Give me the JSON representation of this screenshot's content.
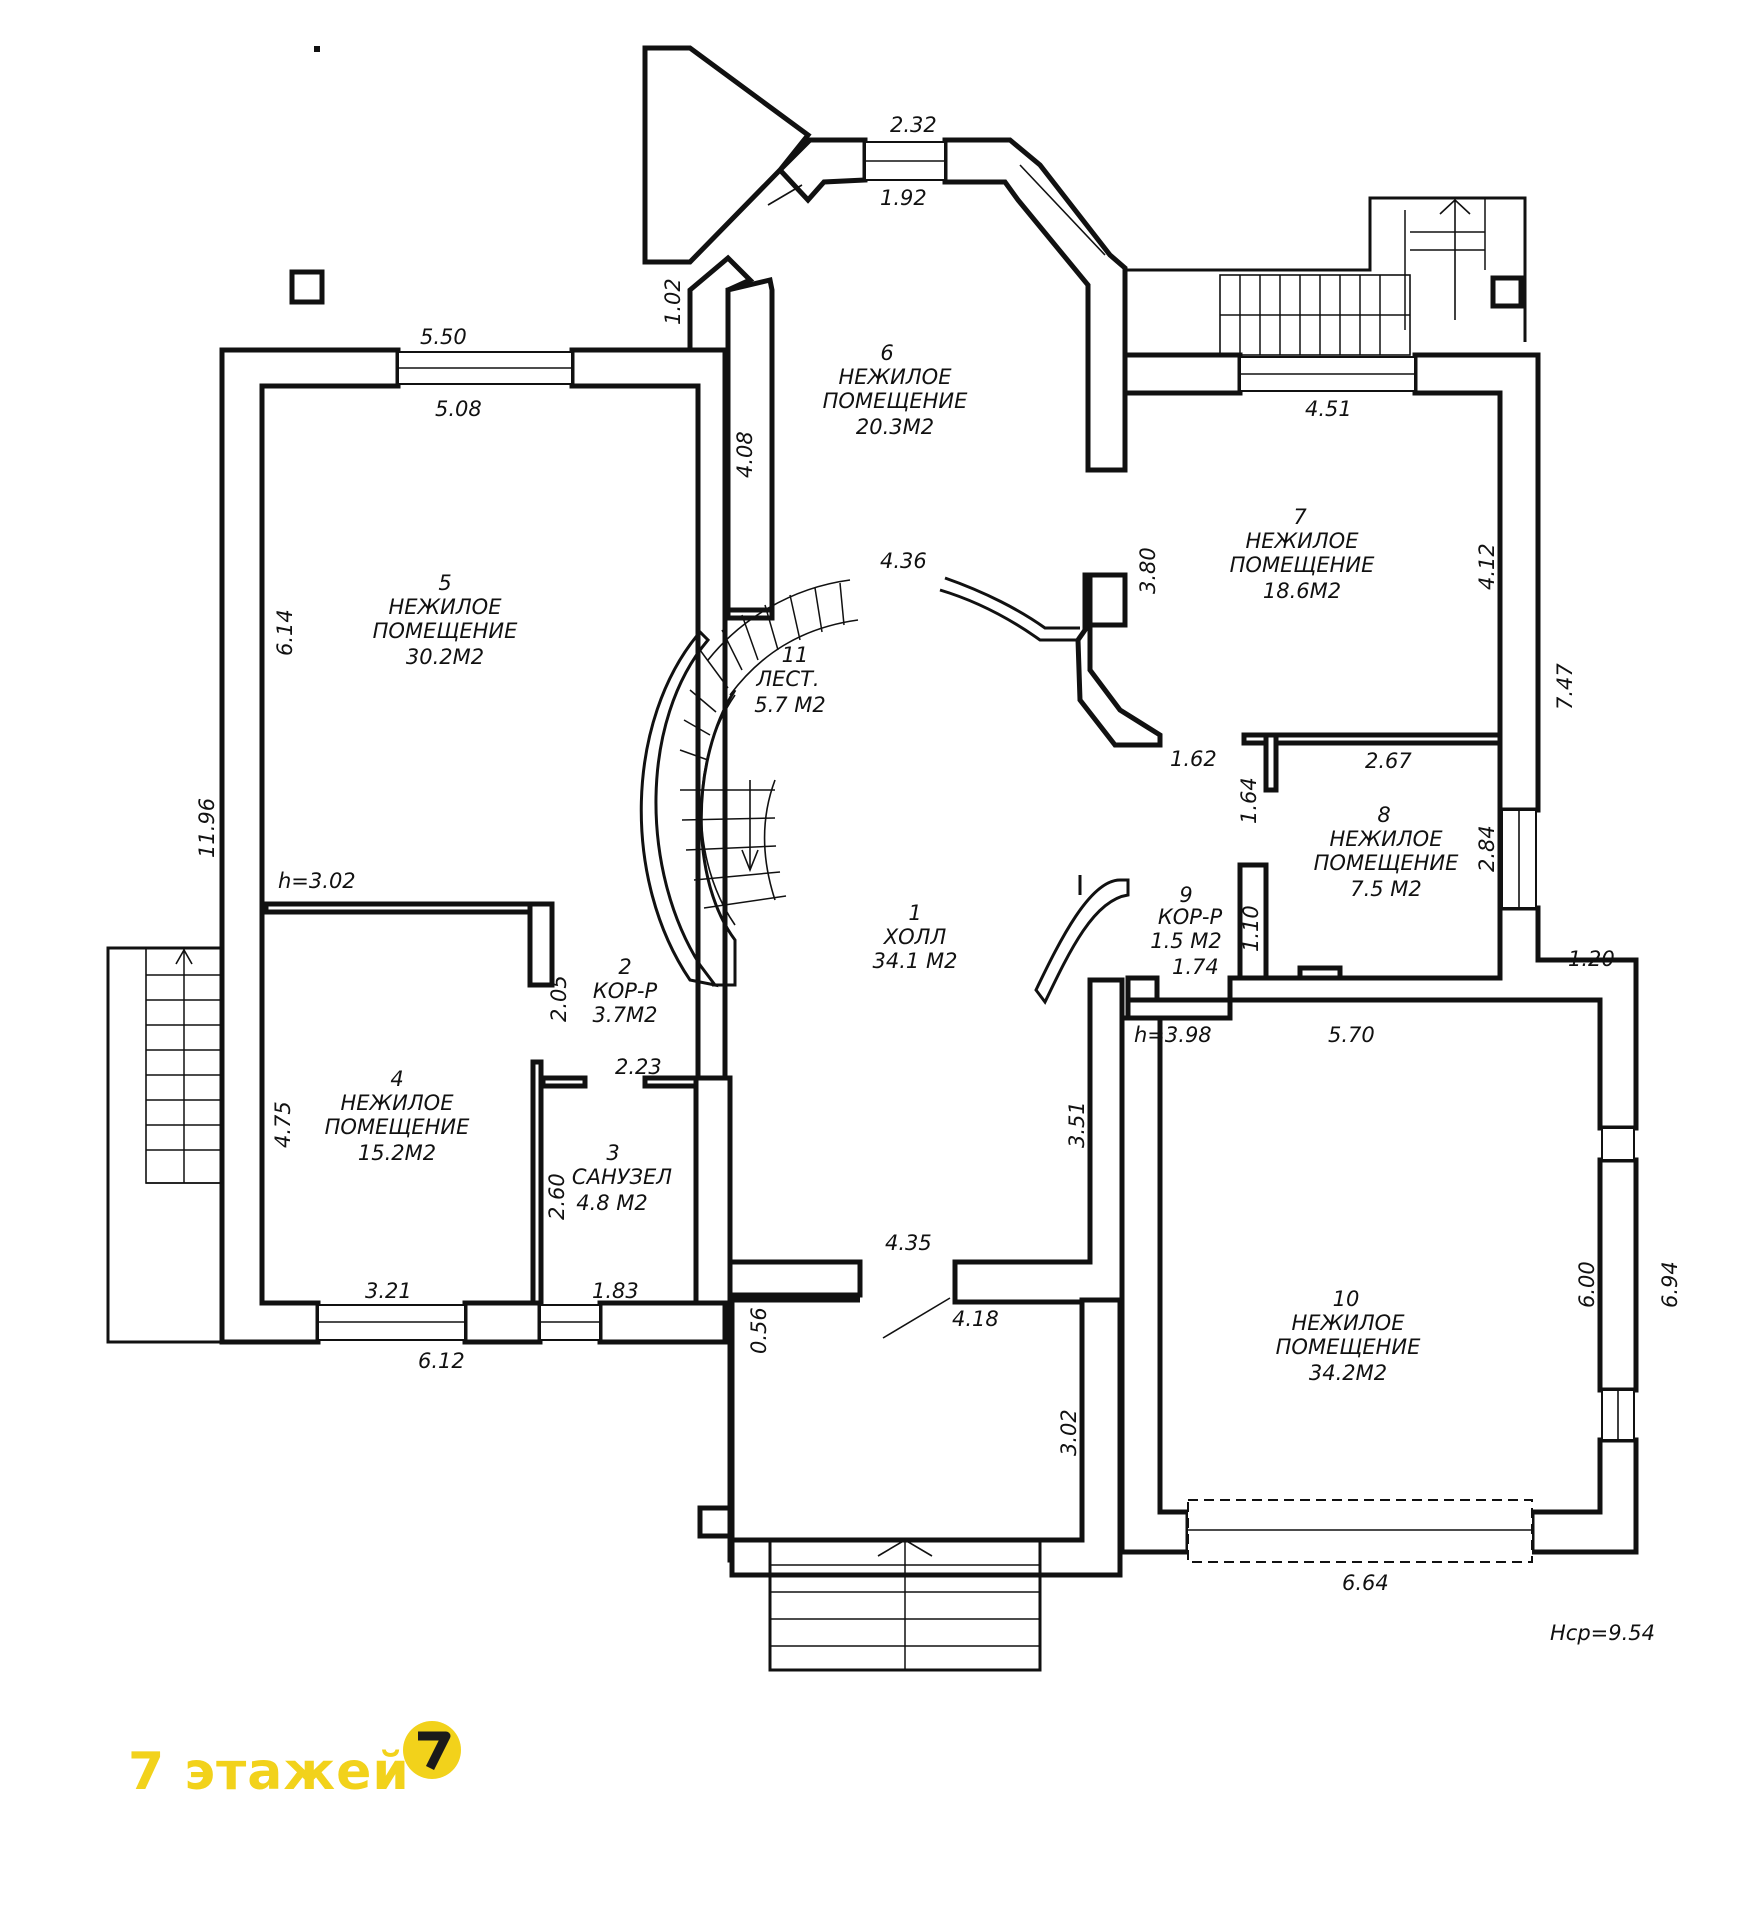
{
  "rooms": [
    {
      "num": "1",
      "name": "ХОЛЛ",
      "area": "34.1 М2"
    },
    {
      "num": "2",
      "name": "КОР-Р",
      "area": "3.7М2"
    },
    {
      "num": "3",
      "name": "САНУЗЕЛ",
      "area": "4.8 М2"
    },
    {
      "num": "4",
      "name": "НЕЖИЛОЕ",
      "name2": "ПОМЕЩЕНИЕ",
      "area": "15.2М2"
    },
    {
      "num": "5",
      "name": "НЕЖИЛОЕ",
      "name2": "ПОМЕЩЕНИЕ",
      "area": "30.2М2"
    },
    {
      "num": "6",
      "name": "НЕЖИЛОЕ",
      "name2": "ПОМЕЩЕНИЕ",
      "area": "20.3М2"
    },
    {
      "num": "7",
      "name": "НЕЖИЛОЕ",
      "name2": "ПОМЕЩЕНИЕ",
      "area": "18.6М2"
    },
    {
      "num": "8",
      "name": "НЕЖИЛОЕ",
      "name2": "ПОМЕЩЕНИЕ",
      "area": "7.5 М2"
    },
    {
      "num": "9",
      "name": "КОР-Р",
      "area": "1.5 М2"
    },
    {
      "num": "10",
      "name": "НЕЖИЛОЕ",
      "name2": "ПОМЕЩЕНИЕ",
      "area": "34.2М2"
    },
    {
      "num": "11",
      "name": "ЛЕСТ.",
      "area": "5.7 М2"
    }
  ],
  "dimensions": {
    "top_window_outer": "2.32",
    "top_window_inner": "1.92",
    "bay_side": "1.02",
    "r5_top_outer": "5.50",
    "r5_top_inner": "5.08",
    "r6_side": "4.08",
    "r7_top": "4.51",
    "r5_side": "6.14",
    "hall_arc": "4.36",
    "r7_left": "3.80",
    "r7_right": "4.12",
    "right_total": "7.47",
    "left_total": "11.96",
    "h_left": "h=3.02",
    "corr_w": "1.62",
    "r8_top": "2.67",
    "r8_left": "1.64",
    "r8_right": "2.84",
    "r9_h": "1.10",
    "r9_w": "1.74",
    "corr2": "2.05",
    "right_step": "1.20",
    "h_right": "h=3.98",
    "r10_top": "5.70",
    "bath_top": "2.23",
    "r4_side": "4.75",
    "hall_right": "3.51",
    "bath_side": "2.60",
    "r10_side": "6.00",
    "r10_total": "6.94",
    "hall_bottom": "4.35",
    "r4_bottom": "3.21",
    "bath_bottom": "1.83",
    "entry_side": "0.56",
    "entry_w": "4.18",
    "left_bottom": "6.12",
    "entry_depth": "3.02",
    "r10_bottom": "6.64",
    "h_avg": "Нср=9.54"
  },
  "brand": {
    "text": "7 этажей",
    "badge": "7",
    "color": "#f2d21b"
  }
}
